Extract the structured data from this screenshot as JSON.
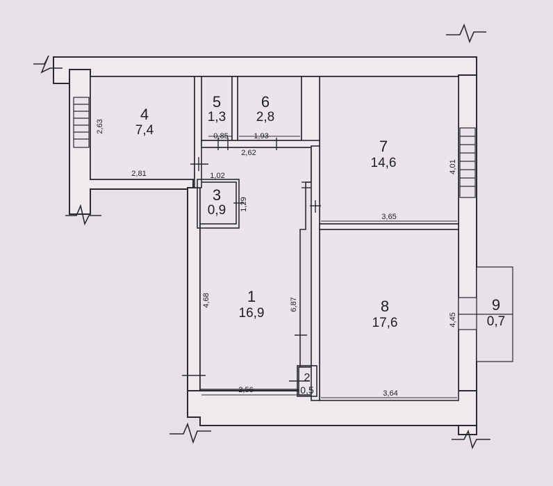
{
  "rooms": [
    {
      "id": "1",
      "area": "16,9"
    },
    {
      "id": "2",
      "area": "0,5"
    },
    {
      "id": "3",
      "area": "0,9"
    },
    {
      "id": "4",
      "area": "7,4"
    },
    {
      "id": "5",
      "area": "1,3"
    },
    {
      "id": "6",
      "area": "2,8"
    },
    {
      "id": "7",
      "area": "14,6"
    },
    {
      "id": "8",
      "area": "17,6"
    },
    {
      "id": "9",
      "area": "0,7"
    }
  ],
  "dimensions": {
    "room4_height": "2,63",
    "room4_width": "2,81",
    "room5_width": "0,85",
    "room6_width": "1,93",
    "hall_top": "2,62",
    "room3_width": "1,02",
    "room3_height": "1,29",
    "room7_height": "4,01",
    "room7_width": "3,65",
    "hall_height": "4,68",
    "corridor_height": "6,87",
    "hall_bottom": "2,56",
    "room8_width": "3,64",
    "room8_height": "4,45"
  },
  "colors": {
    "paper": "#e6e1e6",
    "wall_fill": "#eeeaee",
    "line": "#2a2a2e"
  }
}
